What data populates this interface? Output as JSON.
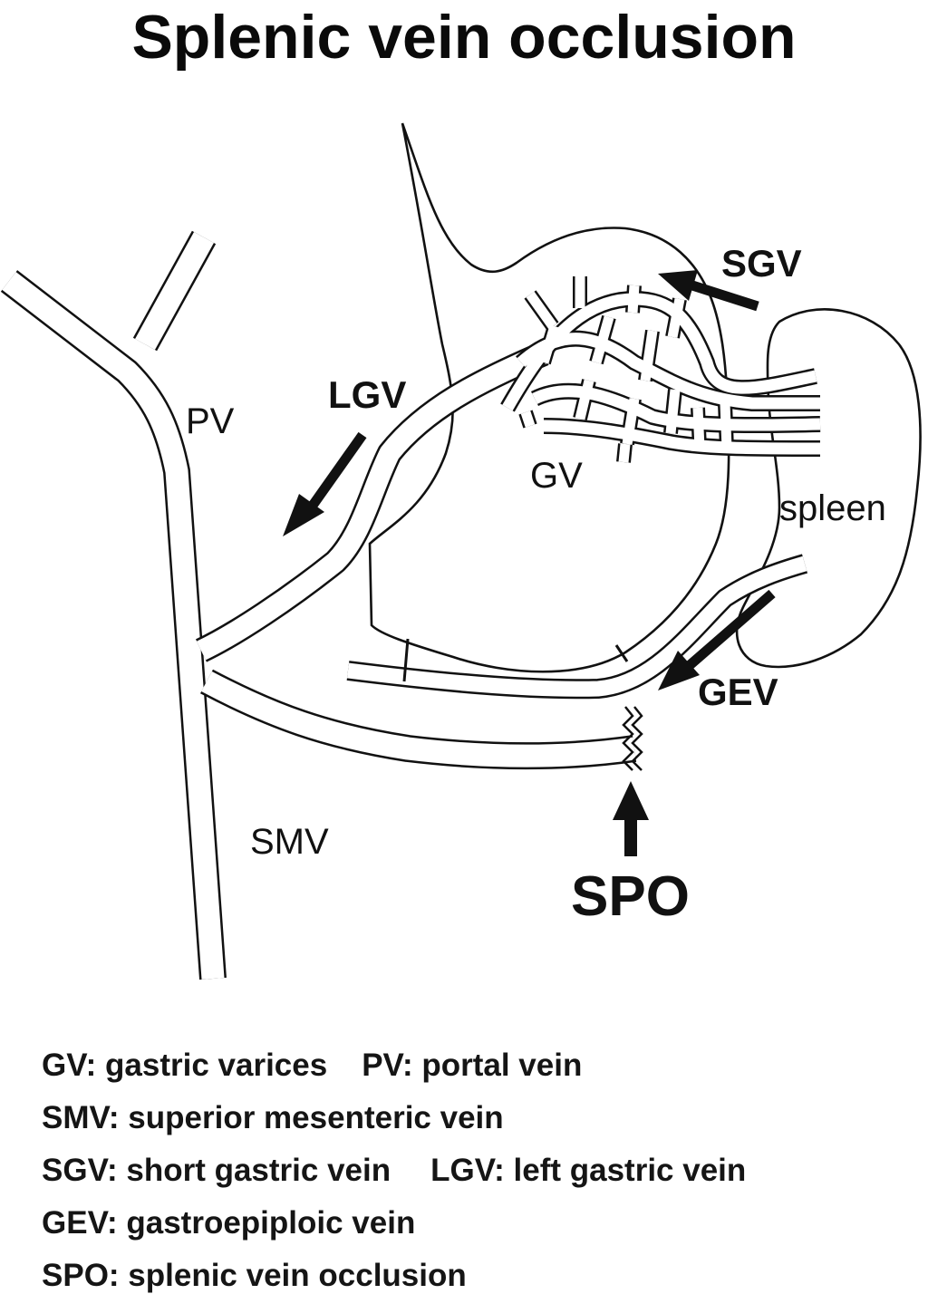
{
  "title": "Splenic vein occlusion",
  "labels": {
    "pv": "PV",
    "smv": "SMV",
    "gv": "GV",
    "spleen": "spleen",
    "lgv": "LGV",
    "sgv": "SGV",
    "gev": "GEV",
    "spo": "SPO"
  },
  "legend": [
    [
      "GV: gastric varices",
      "PV: portal vein"
    ],
    [
      "SMV: superior mesenteric vein"
    ],
    [
      "SGV: short gastric vein",
      "LGV: left gastric vein"
    ],
    [
      "GEV: gastroepiploic vein"
    ],
    [
      "SPO: splenic vein occlusion"
    ]
  ],
  "colors": {
    "ink": "#111111",
    "background": "#ffffff"
  }
}
